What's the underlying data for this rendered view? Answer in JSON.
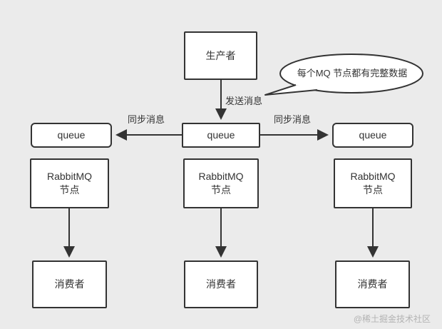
{
  "colors": {
    "background": "#ebebeb",
    "box_fill": "#ffffff",
    "box_border": "#333333",
    "text": "#333333",
    "watermark": "#b3b3b3"
  },
  "diagram": {
    "producer_label": "生产者",
    "bubble_label": "每个MQ 节点都有完整数据",
    "send_message_label": "发送消息",
    "sync_message_left_label": "同步消息",
    "sync_message_right_label": "同步消息",
    "queue_left_label": "queue",
    "queue_center_label": "queue",
    "queue_right_label": "queue",
    "node_left_label": "RabbitMQ\n节点",
    "node_center_label": "RabbitMQ\n节点",
    "node_right_label": "RabbitMQ\n节点",
    "consumer_left_label": "消费者",
    "consumer_center_label": "消费者",
    "consumer_right_label": "消费者",
    "watermark": "@稀土掘金技术社区"
  }
}
